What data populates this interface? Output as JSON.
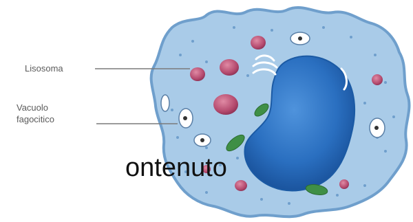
{
  "labels": {
    "lysosome": "Lisosoma",
    "vacuole_line1": "Vacuolo",
    "vacuole_line2": "fagocitico"
  },
  "caption_fragment": "ontenuto",
  "colors": {
    "cytoplasm": "#a9cbe8",
    "cell_edge": "#6f9fcc",
    "nucleus": "#2a6fc0",
    "lysosome": "#b44a6e",
    "mitochondria": "#3f8f46",
    "leader_line": "#7a7a7a"
  },
  "icons": [
    "lysosome-organelle",
    "phagocytic-vacuole",
    "nucleus",
    "mitochondrion",
    "golgi-apparatus"
  ]
}
